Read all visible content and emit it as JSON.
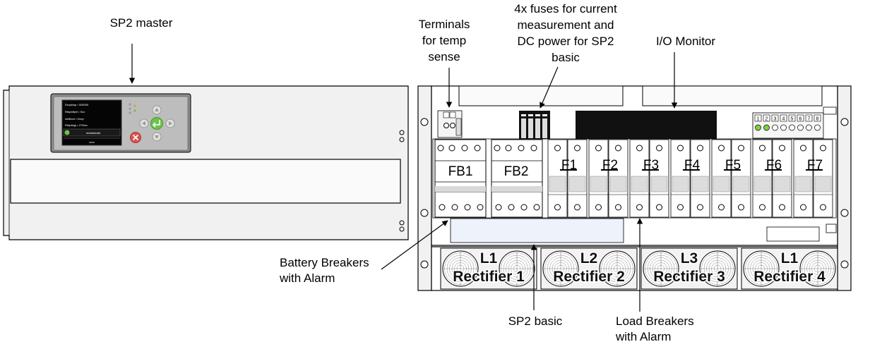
{
  "labels": {
    "sp2_master": "SP2 master",
    "terminals_temp_sense": [
      "Terminals",
      "for temp",
      "sense"
    ],
    "fuses": [
      "4x fuses for current",
      "measurement and",
      "DC power for SP2",
      "basic"
    ],
    "io_monitor": "I/O Monitor",
    "battery_breakers": [
      "Battery Breakers",
      "with Alarm"
    ],
    "sp2_basic": "SP2 basic",
    "load_breakers": [
      "Load Breakers",
      "with Alarm"
    ]
  },
  "battery_breakers": [
    "FB1",
    "FB2"
  ],
  "load_breakers": [
    "F1",
    "F2",
    "F3",
    "F4",
    "F5",
    "F6",
    "F7"
  ],
  "rectifiers": [
    {
      "phase": "L1",
      "name": "Rectifier 1"
    },
    {
      "phase": "L2",
      "name": "Rectifier 2"
    },
    {
      "phase": "L3",
      "name": "Rectifier 3"
    },
    {
      "phase": "L1",
      "name": "Rectifier 4"
    }
  ],
  "io_terminal_numbers": [
    "1",
    "2",
    "3",
    "4",
    "5",
    "6",
    "7",
    "8"
  ],
  "master_screen": {
    "rows": [
      "Dropblup • 000000",
      "Rtdpblfpril  •  Sxx",
      "Aetblxxl  •  Dxxp",
      "Rtdpblqp  •  27Wxx"
    ],
    "status": "ddddddddd",
    "footer": "xxxx"
  },
  "colors": {
    "panel": "#f1f1f1",
    "outline": "#000000",
    "terminal_green": "#7fd13b",
    "key_green": "#6cc24a",
    "cancel_red": "#d9534f"
  }
}
